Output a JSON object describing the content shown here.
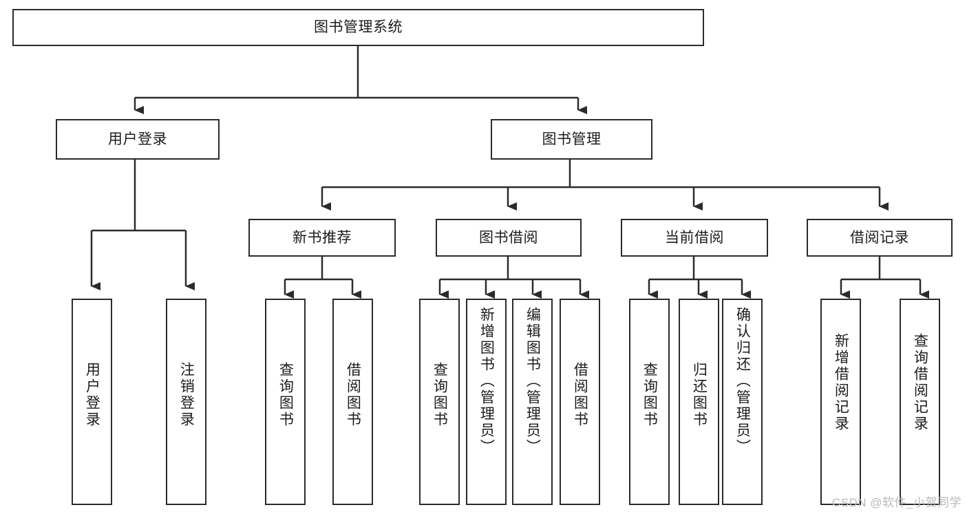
{
  "diagram": {
    "type": "tree-hierarchy-chart",
    "title": "图书管理系统",
    "watermark": "CSDN @软件_小贺同学",
    "colors": {
      "stroke": "#2b2b2b",
      "fill": "#ffffff",
      "text": "#1c1c1c",
      "watermark": "#b9b9b9"
    },
    "levels": [
      {
        "level": 1,
        "nodes": [
          {
            "id": "root",
            "label": "图书管理系统"
          }
        ]
      },
      {
        "level": 2,
        "nodes": [
          {
            "id": "login",
            "label": "用户登录",
            "parent": "root"
          },
          {
            "id": "bookmgmt",
            "label": "图书管理",
            "parent": "root"
          }
        ]
      },
      {
        "level": 3,
        "nodes": [
          {
            "id": "newbook",
            "label": "新书推荐",
            "parent": "bookmgmt"
          },
          {
            "id": "borrow",
            "label": "图书借阅",
            "parent": "bookmgmt"
          },
          {
            "id": "current",
            "label": "当前借阅",
            "parent": "bookmgmt"
          },
          {
            "id": "records",
            "label": "借阅记录",
            "parent": "bookmgmt"
          }
        ]
      },
      {
        "level": 4,
        "nodes": [
          {
            "id": "l1",
            "label": "用户登录",
            "parent": "login"
          },
          {
            "id": "l2",
            "label": "注销登录",
            "parent": "login"
          },
          {
            "id": "n1",
            "label": "查询图书",
            "parent": "newbook"
          },
          {
            "id": "n2",
            "label": "借阅图书",
            "parent": "newbook"
          },
          {
            "id": "b1",
            "label": "查询图书",
            "parent": "borrow"
          },
          {
            "id": "b2",
            "label": "新增图书（管理员）",
            "parent": "borrow"
          },
          {
            "id": "b3",
            "label": "编辑图书（管理员）",
            "parent": "borrow"
          },
          {
            "id": "b4",
            "label": "借阅图书",
            "parent": "borrow"
          },
          {
            "id": "c1",
            "label": "查询图书",
            "parent": "current"
          },
          {
            "id": "c2",
            "label": "归还图书",
            "parent": "current"
          },
          {
            "id": "c3",
            "label": "确认归还（管理员）",
            "parent": "current"
          },
          {
            "id": "r1",
            "label": "新增借阅记录",
            "parent": "records"
          },
          {
            "id": "r2",
            "label": "查询借阅记录",
            "parent": "records"
          }
        ]
      }
    ]
  }
}
